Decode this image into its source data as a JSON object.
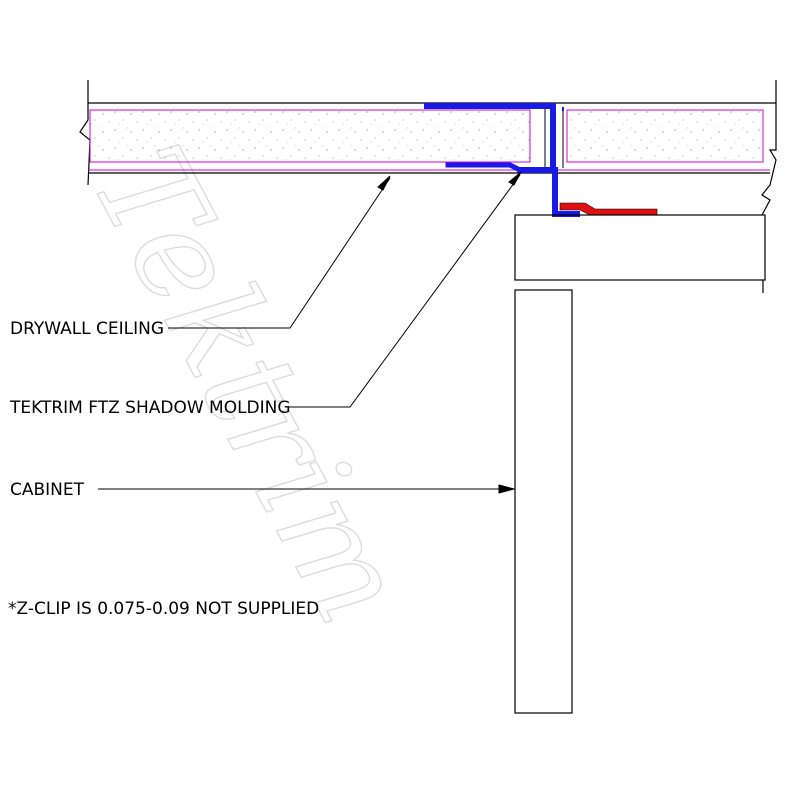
{
  "watermark": "Tektrim",
  "labels": {
    "drywall": "DRYWALL CEILING",
    "molding": "TEKTRIM FTZ SHADOW MOLDING",
    "cabinet": "CABINET",
    "note": "*Z-CLIP IS 0.075-0.09 NOT SUPPLIED"
  },
  "colors": {
    "molding": "#1a1ae6",
    "zclip": "#e01010",
    "drywall_edge": "#d400d4",
    "line": "#000000"
  }
}
